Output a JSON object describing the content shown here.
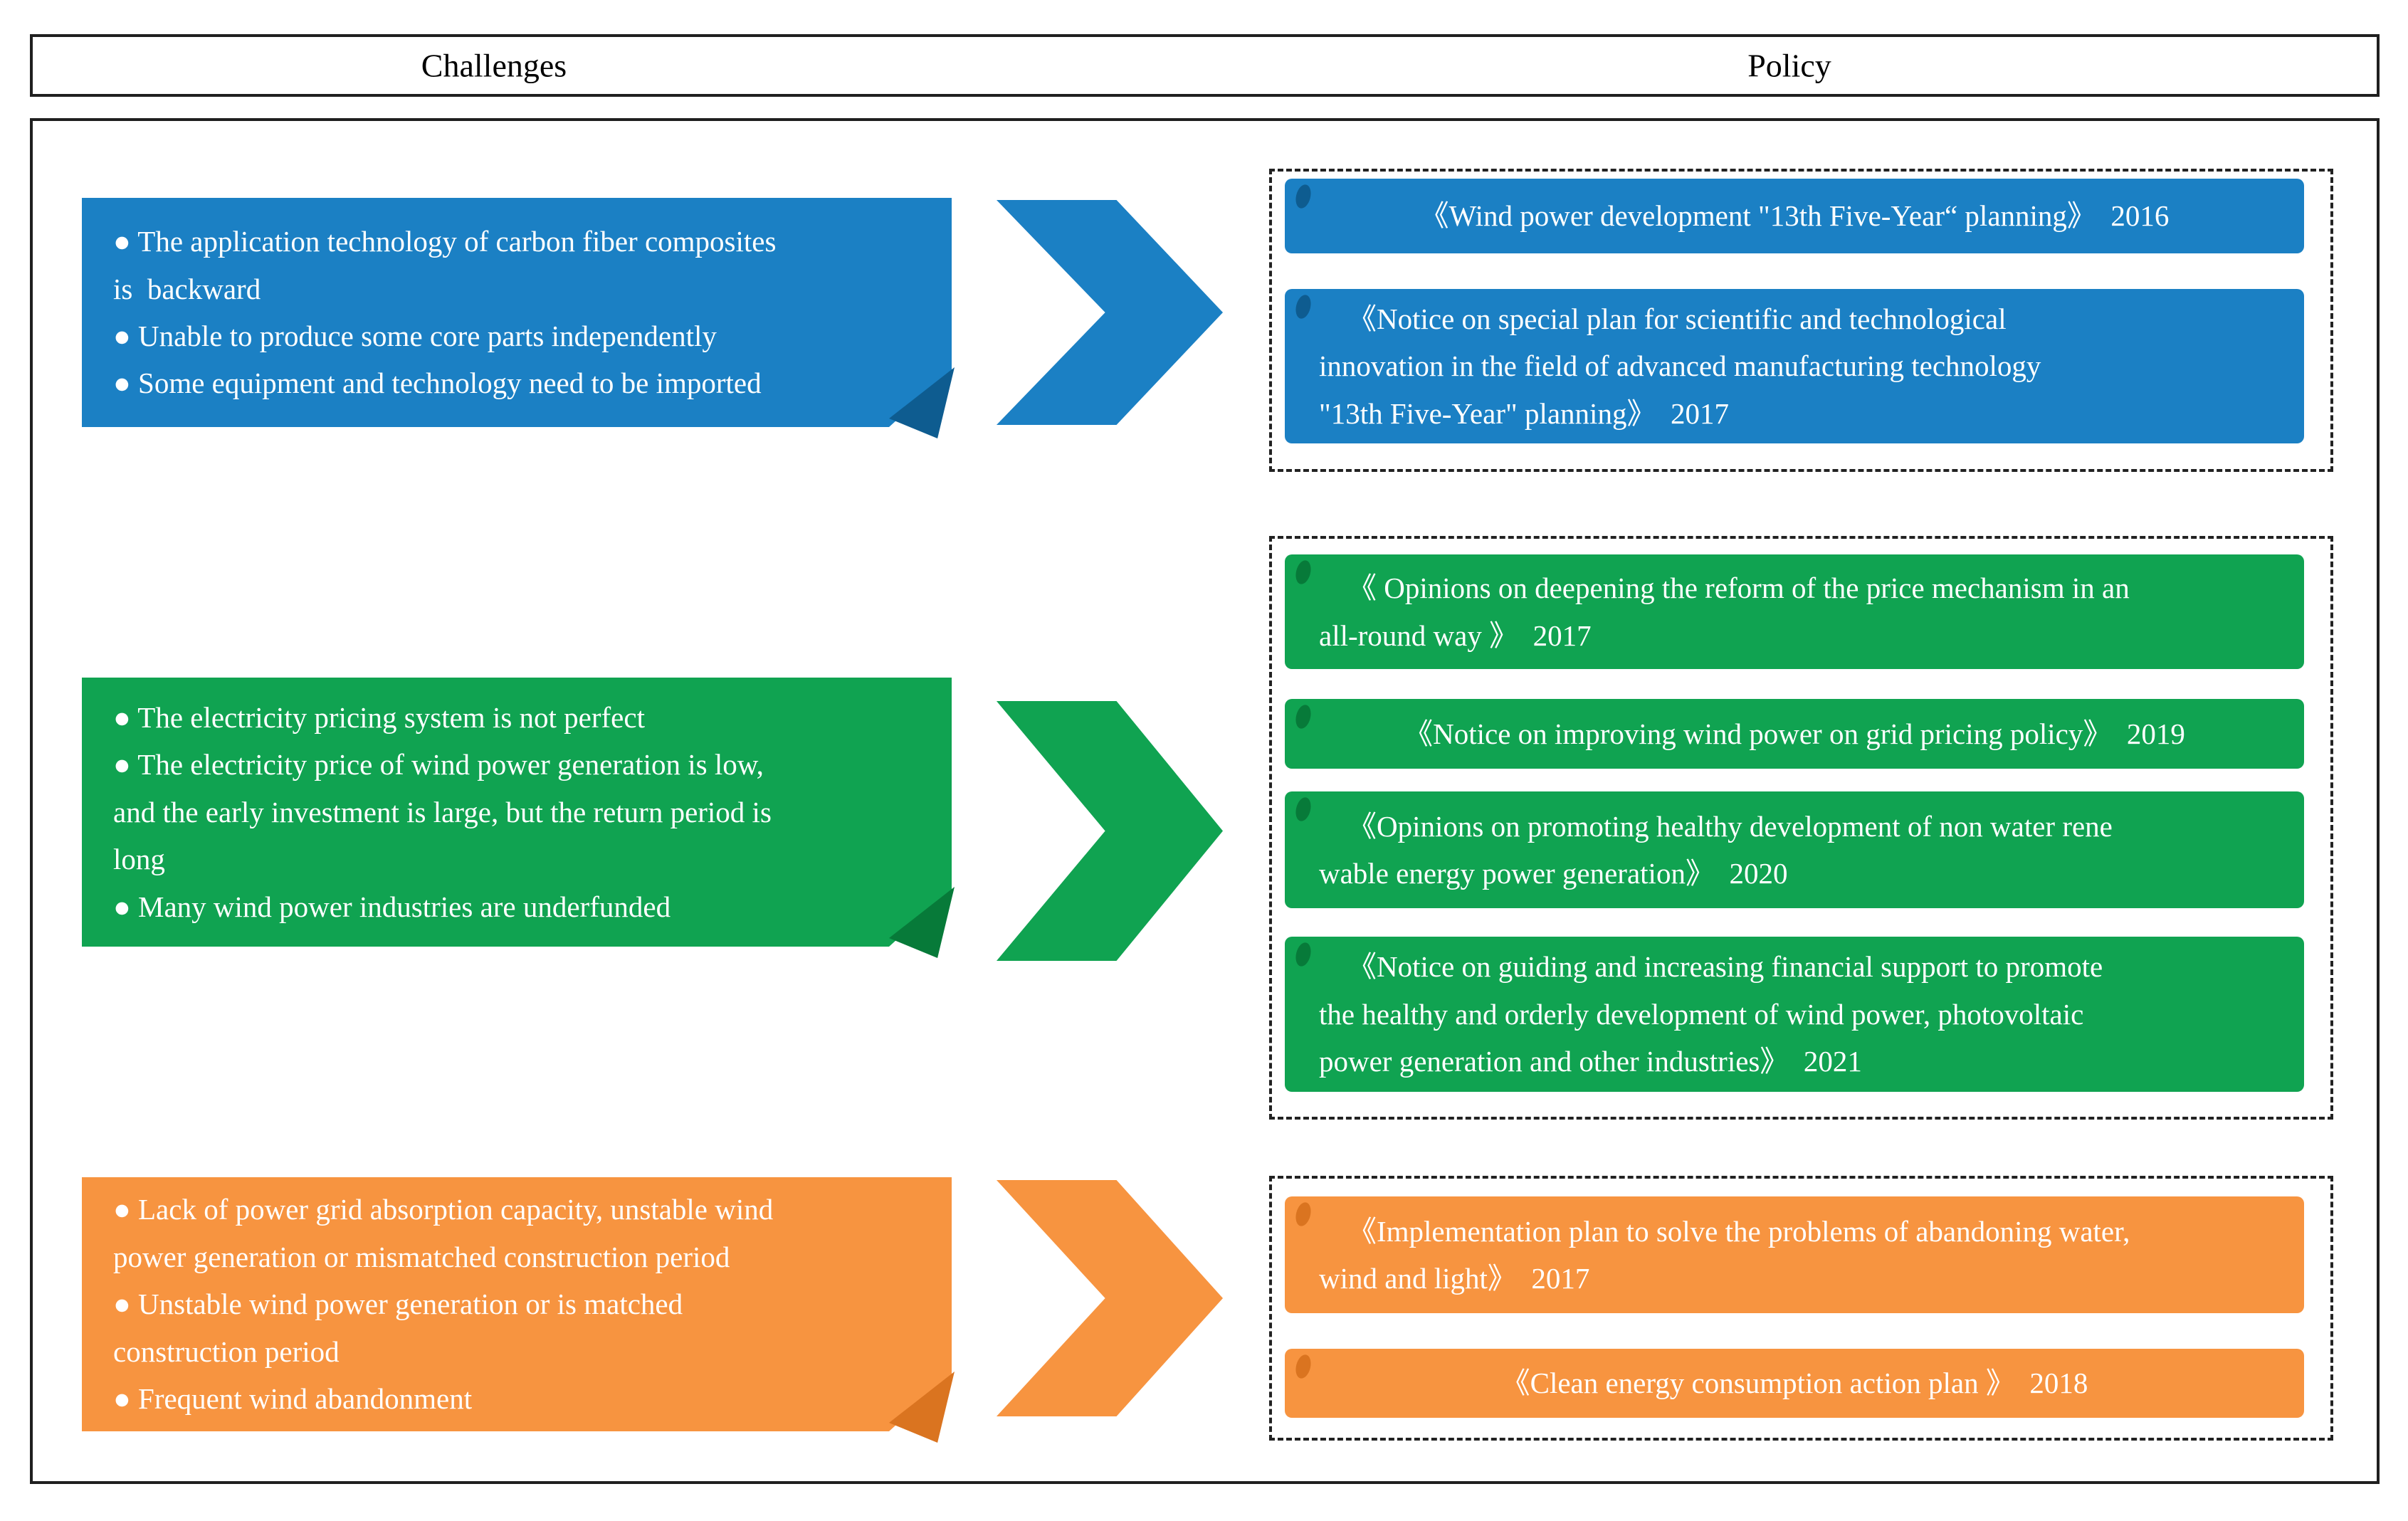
{
  "header": {
    "challenges_label": "Challenges",
    "policy_label": "Policy"
  },
  "colors": {
    "blue": "#1b80c4",
    "blue_dark": "#0e5c90",
    "green": "#10a351",
    "green_dark": "#077a39",
    "orange": "#f79440",
    "orange_dark": "#da7420",
    "border": "#1f1f1f",
    "text_on_fill": "#ffffff"
  },
  "rows": [
    {
      "id": "technology",
      "color": "blue",
      "challenges_text": "● The application technology of carbon fiber composites\nis  backward\n● Unable to produce some core parts independently\n● Some equipment and technology need to be imported",
      "policies": [
        {
          "text": "《Wind power development \"13th Five-Year“ planning》  2016"
        },
        {
          "text": "《Notice on special plan for scientific and technological\ninnovation in the field of advanced manufacturing technology\n\"13th Five-Year\" planning》  2017"
        }
      ]
    },
    {
      "id": "pricing-funding",
      "color": "green",
      "challenges_text": "● The electricity pricing system is not perfect\n● The electricity price of wind power generation is low,\nand the early investment is large, but the return period is\nlong\n● Many wind power industries are underfunded",
      "policies": [
        {
          "text": "《 Opinions on deepening the reform of the price mechanism in an\nall-round way 》  2017"
        },
        {
          "text": "《Notice on improving wind power on grid pricing policy》  2019"
        },
        {
          "text": "《Opinions on promoting healthy development of non water rene\nwable energy power generation》  2020"
        },
        {
          "text": "《Notice on guiding and increasing financial support to promote\nthe healthy and orderly development of wind power, photovoltaic\npower generation and other industries》  2021"
        }
      ]
    },
    {
      "id": "grid-absorption",
      "color": "orange",
      "challenges_text": "● Lack of power grid absorption capacity, unstable wind\npower generation or mismatched construction period\n● Unstable wind power generation or is matched\nconstruction period\n● Frequent wind abandonment",
      "policies": [
        {
          "text": "《Implementation plan to solve the problems of abandoning water,\nwind and light》  2017"
        },
        {
          "text": "《Clean energy consumption action plan 》  2018"
        }
      ]
    }
  ]
}
